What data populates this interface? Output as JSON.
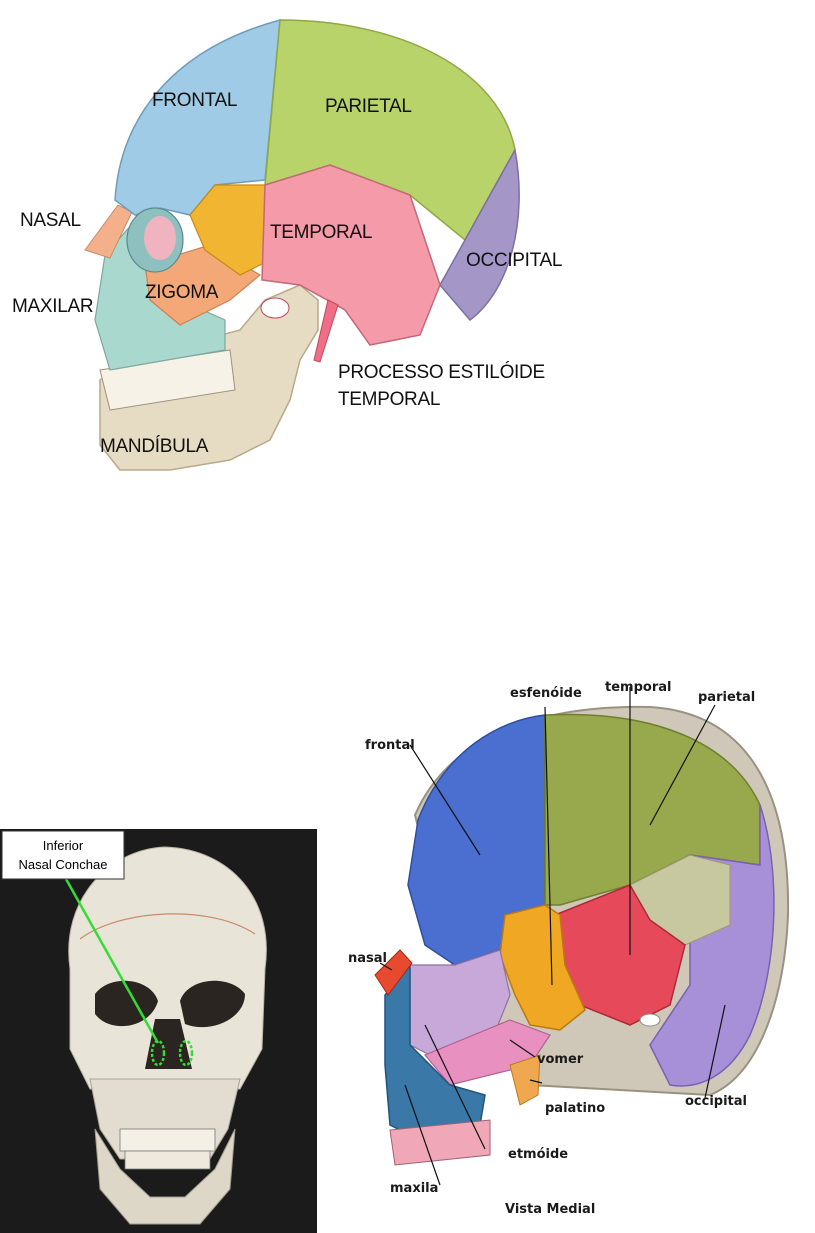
{
  "lateral_view": {
    "labels": {
      "frontal": "FRONTAL",
      "parietal": "PARIETAL",
      "nasal": "NASAL",
      "temporal": "TEMPORAL",
      "occipital": "OCCIPITAL",
      "maxilar": "MAXILAR",
      "zigoma": "ZIGOMA",
      "processo_line1": "PROCESSO ESTILÓIDE",
      "processo_line2": "TEMPORAL",
      "mandibula": "MANDÍBULA"
    },
    "colors": {
      "frontal": "#9fcbe6",
      "parietal": "#b8d36a",
      "occipital": "#a497c8",
      "temporal": "#f49aa8",
      "sphenoid": "#f2b531",
      "zygoma": "#f4a878",
      "maxilla": "#a9d8cf",
      "mandible": "#e6dcc4",
      "nasal": "#f4b08a"
    }
  },
  "photo_view": {
    "callout_line1": "Inferior",
    "callout_line2": "Nasal Conchae",
    "highlight_color": "#33dd33"
  },
  "medial_view": {
    "labels": {
      "esfenoide": "esfenóide",
      "temporal": "temporal",
      "parietal": "parietal",
      "frontal": "frontal",
      "nasal": "nasal",
      "vomer": "vomer",
      "palatino": "palatino",
      "occipital": "occipital",
      "etmoide": "etmóide",
      "maxila": "maxila",
      "caption": "Vista Medial"
    },
    "colors": {
      "frontal": "#4a6fd0",
      "parietal": "#98a84c",
      "occipital": "#a890d8",
      "temporal": "#e64a5a",
      "sphenoid": "#f0a824",
      "ethmoid": "#c8a8d8",
      "vomer": "#e890c0",
      "maxilla": "#3a78a8",
      "nasal": "#e84a30"
    }
  }
}
